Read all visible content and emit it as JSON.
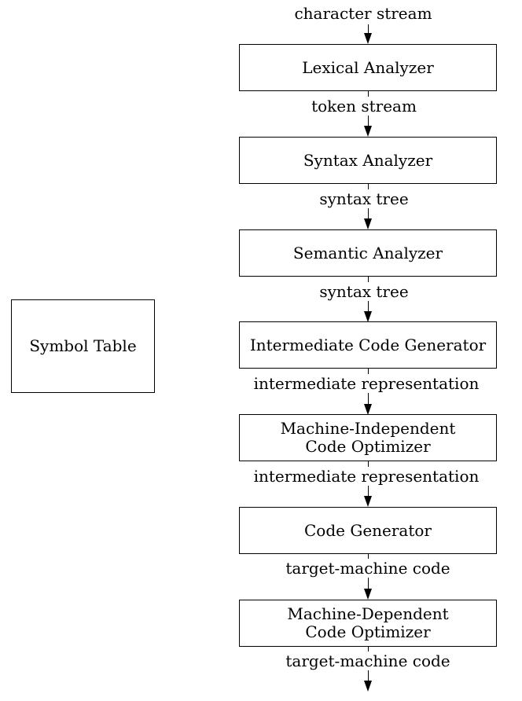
{
  "diagram": {
    "symbol_table": "Symbol Table",
    "phases": [
      {
        "label": "Lexical Analyzer"
      },
      {
        "label": "Syntax Analyzer"
      },
      {
        "label": "Semantic Analyzer"
      },
      {
        "label": "Intermediate Code Generator"
      },
      {
        "label_line1": "Machine-Independent",
        "label_line2": "Code Optimizer"
      },
      {
        "label": "Code Generator"
      },
      {
        "label_line1": "Machine-Dependent",
        "label_line2": "Code Optimizer"
      }
    ],
    "streams": [
      "character stream",
      "token stream",
      "syntax tree",
      "syntax tree",
      "intermediate representation",
      "intermediate representation",
      "target-machine code",
      "target-machine code"
    ]
  }
}
